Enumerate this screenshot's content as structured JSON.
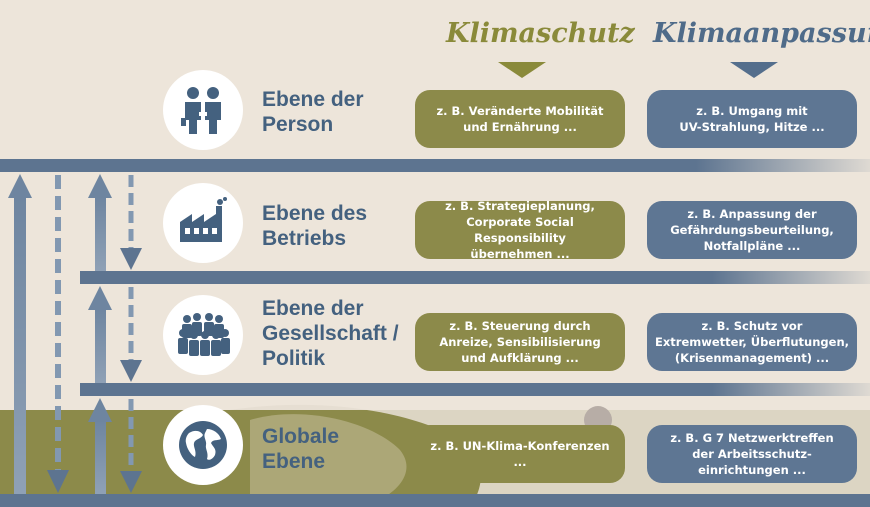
{
  "columns": {
    "klimaschutz": "Klimaschutz",
    "klimaanpassung": "Klimaanpassung"
  },
  "levels": [
    {
      "label": "Ebene der\nPerson",
      "icon": "people-handshake-icon",
      "klimaschutz": "z. B. Veränderte Mobilität\nund Ernährung ...",
      "klimaanpassung": "z. B. Umgang mit\nUV-Strahlung, Hitze ..."
    },
    {
      "label": "Ebene des\nBetriebs",
      "icon": "factory-icon",
      "klimaschutz": "z. B. Strategieplanung,\nCorporate Social Responsibility\nübernehmen ...",
      "klimaanpassung": "z. B. Anpassung der\nGefährdungsbeurteilung,\nNotfallpläne ..."
    },
    {
      "label": "Ebene der\nGesellschaft /\nPolitik",
      "icon": "crowd-icon",
      "klimaschutz": "z. B. Steuerung durch\nAnreize, Sensibilisierung\nund Aufklärung ...",
      "klimaanpassung": "z. B. Schutz vor\nExtremwetter, Überflutungen,\n(Krisenmanagement) ..."
    },
    {
      "label": "Globale\nEbene",
      "icon": "globe-icon",
      "klimaschutz": "z. B. UN-Klima-Konferenzen ...",
      "klimaanpassung": "z. B. G 7 Netzwerktreffen\nder Arbeitsschutz-\neinrichtungen ..."
    }
  ],
  "colors": {
    "background": "#ede5da",
    "olive": "#8c8a4a",
    "slate_blue": "#5e7693",
    "label_blue": "#44617f"
  }
}
